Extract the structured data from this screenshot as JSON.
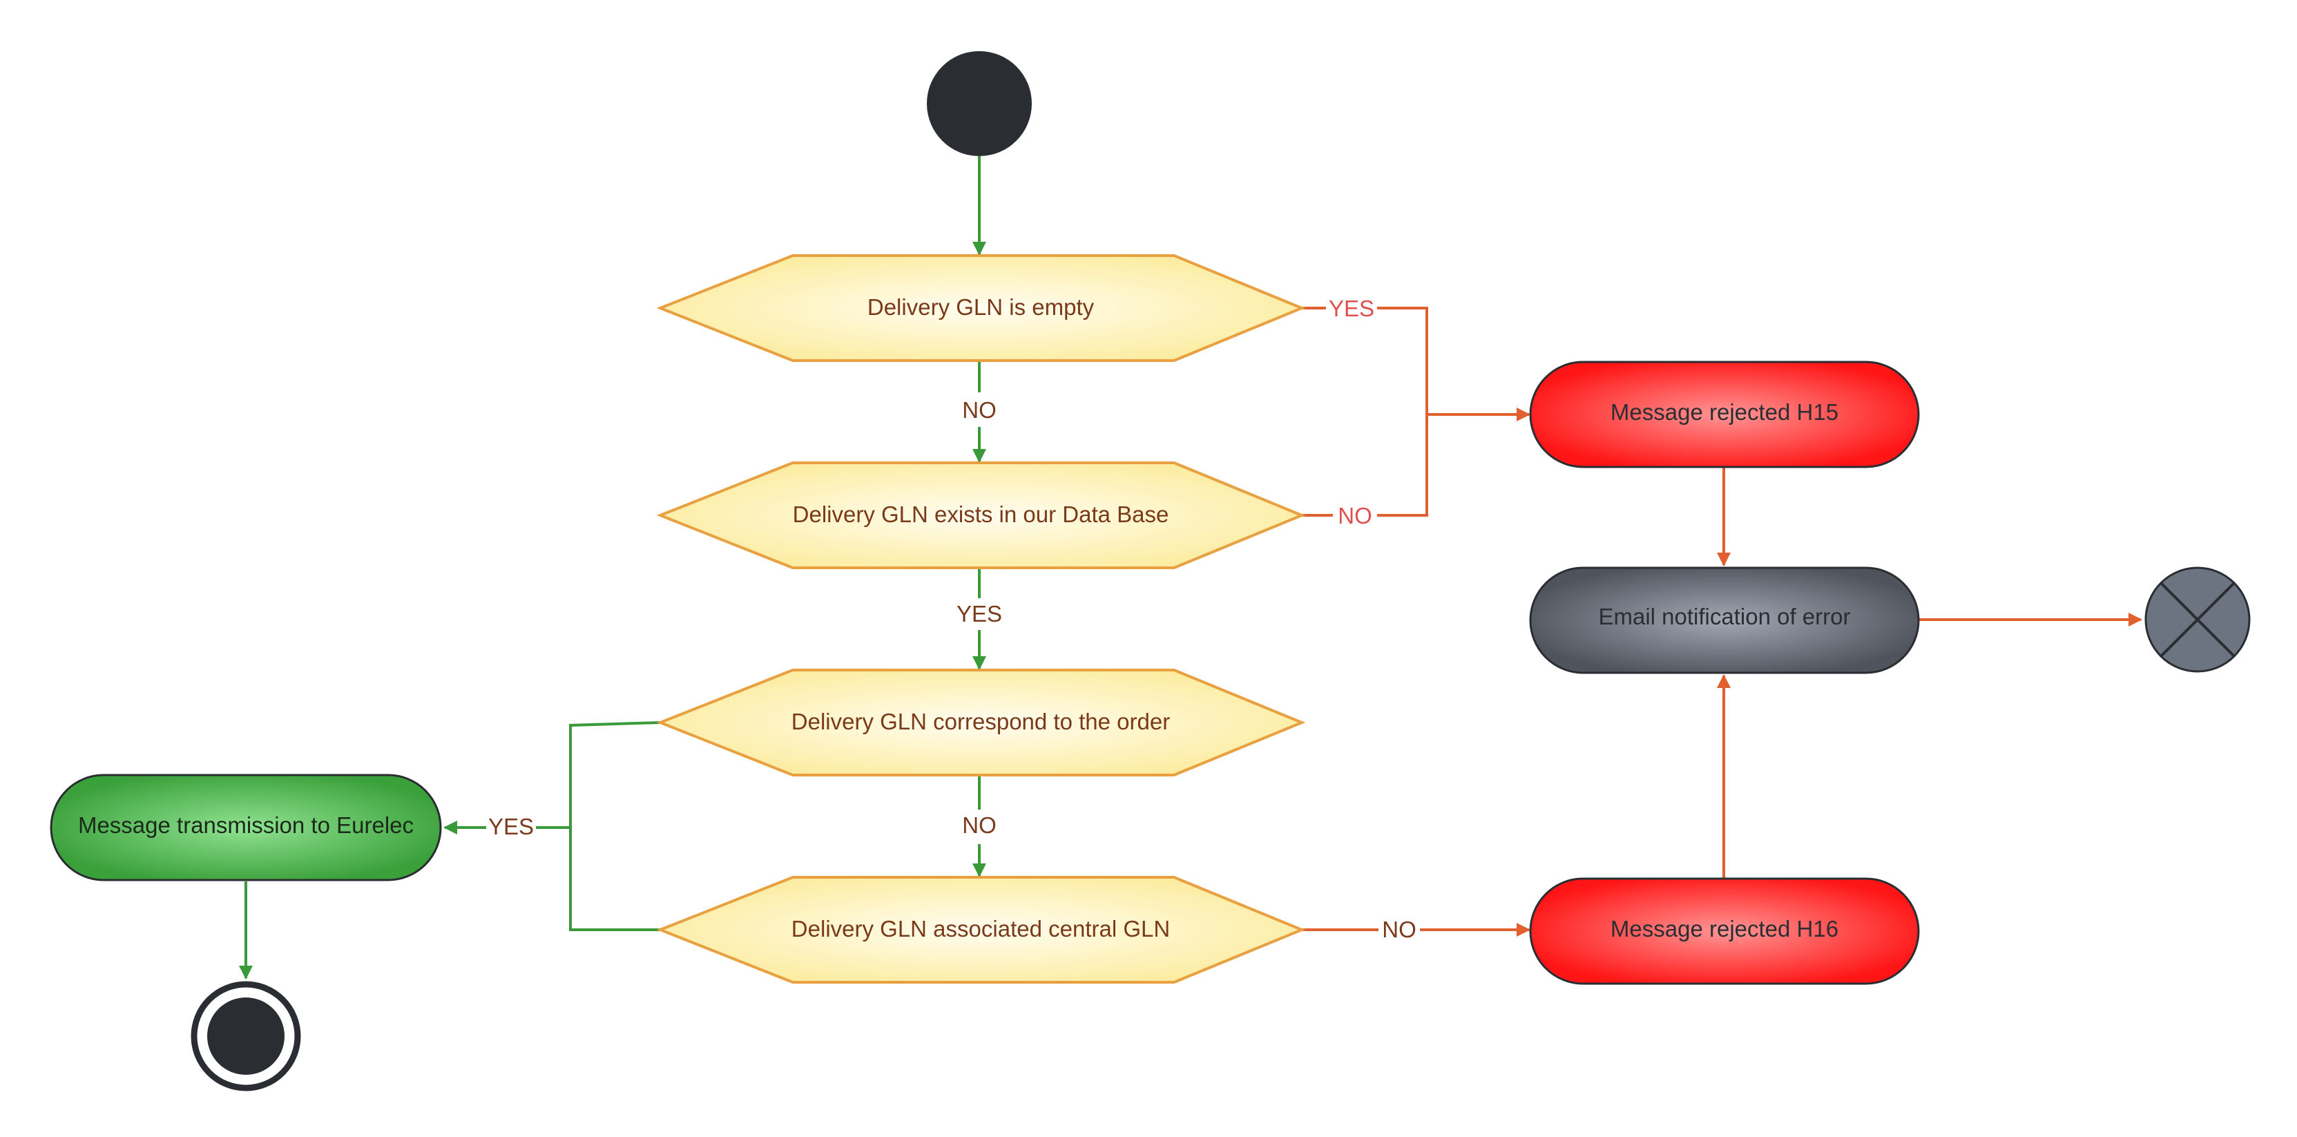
{
  "nodes": {
    "d1": "Delivery GLN is empty",
    "d2": "Delivery GLN exists in our Data Base",
    "d3": "Delivery GLN correspond to the order",
    "d4": "Delivery GLN associated central GLN",
    "h15": "Message rejected H15",
    "email": "Email notification of error",
    "h16": "Message rejected H16",
    "transmit": "Message transmission to Eurelec"
  },
  "edges": {
    "d1_no": "NO",
    "d1_yes": "YES",
    "d2_yes": "YES",
    "d2_no": "NO",
    "d3_no": "NO",
    "d4_no": "NO",
    "to_transmit_yes": "YES"
  },
  "colors": {
    "decision_stroke": "#E8A040",
    "decision_fill_center": "#FFFDF0",
    "decision_fill_edge": "#FCEB9A",
    "decision_text": "#7A3A1A",
    "success_line": "#3A9A3A",
    "error_line": "#E06030",
    "error_fill_center": "#FF9090",
    "error_fill_edge": "#FF1515",
    "neutral_fill_center": "#9AA0AA",
    "neutral_fill_edge": "#4E535C",
    "success_fill_center": "#8EE08E",
    "success_fill_edge": "#3AA03A",
    "terminal": "#2A2E33",
    "flow_end": "#6B7480",
    "yes_text_red": "#E05050"
  },
  "icons": {
    "start": "initial-node-icon",
    "final": "final-node-icon",
    "flow_final": "flow-final-icon"
  }
}
